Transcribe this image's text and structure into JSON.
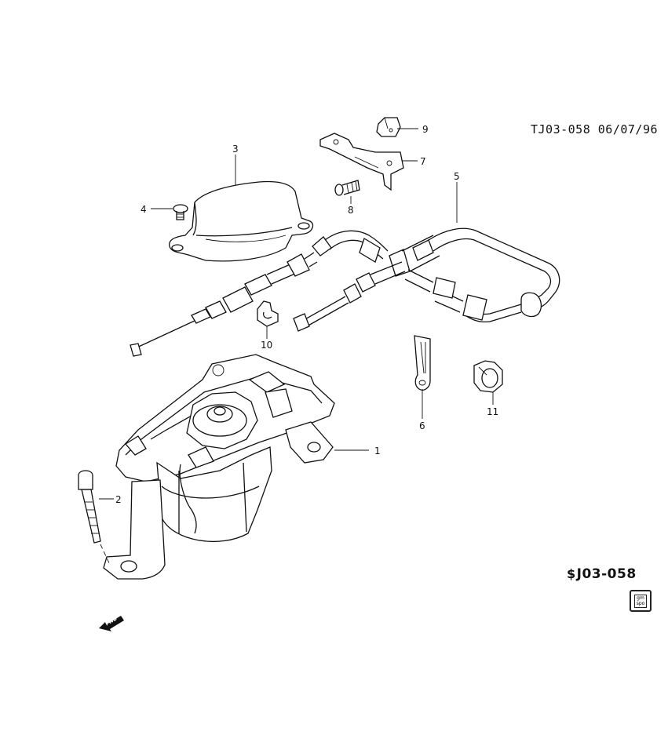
{
  "header": {
    "ref": "TJ03-058 06/07/96"
  },
  "footer": {
    "code_logo": "$",
    "code": "J03-058",
    "badge_top": "gm",
    "badge_bottom": "spo",
    "fwd": "FWD"
  },
  "callouts": [
    {
      "id": "1",
      "label": "1"
    },
    {
      "id": "2",
      "label": "2"
    },
    {
      "id": "3",
      "label": "3"
    },
    {
      "id": "4",
      "label": "4"
    },
    {
      "id": "5",
      "label": "5"
    },
    {
      "id": "6",
      "label": "6"
    },
    {
      "id": "7",
      "label": "7"
    },
    {
      "id": "8",
      "label": "8"
    },
    {
      "id": "9",
      "label": "9"
    },
    {
      "id": "10",
      "label": "10"
    },
    {
      "id": "11",
      "label": "11"
    }
  ]
}
